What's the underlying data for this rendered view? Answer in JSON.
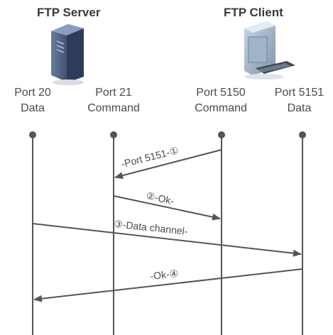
{
  "server": {
    "title": "FTP Server"
  },
  "client": {
    "title": "FTP Client"
  },
  "ports": [
    {
      "line1": "Port 20",
      "line2": "Data"
    },
    {
      "line1": "Port 21",
      "line2": "Command"
    },
    {
      "line1": "Port 5150",
      "line2": "Command"
    },
    {
      "line1": "Port 5151",
      "line2": "Data"
    }
  ],
  "messages": [
    {
      "text": "-Port 5151-①"
    },
    {
      "text": "②-Ok-"
    },
    {
      "text": "③-Data channel-"
    },
    {
      "text": "-Ok-④"
    }
  ],
  "colors": {
    "line": "#555555",
    "arrow": "#555555",
    "server_body": "#4a5a78",
    "client_body": "#8aa0b4"
  }
}
